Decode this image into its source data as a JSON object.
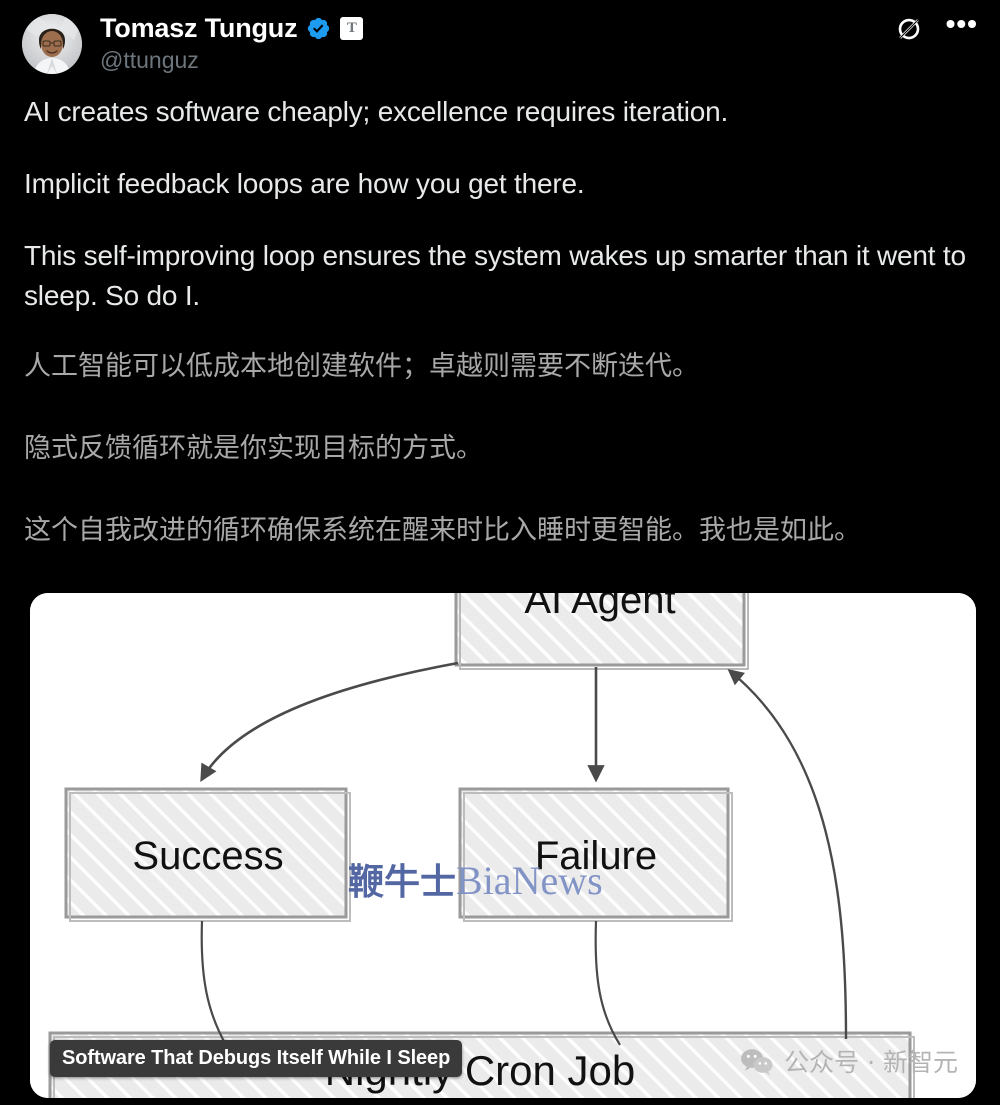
{
  "account": {
    "display_name": "Tomasz Tunguz",
    "handle": "@ttunguz",
    "verified_badge": "verified-check-icon",
    "affiliate_badge_letter": "T",
    "avatar": "profile-photo"
  },
  "header_actions": {
    "ad_free_icon": "no-ads-slash-circle-icon",
    "more_icon": "•••",
    "more_label": "More"
  },
  "post": {
    "paragraphs_en": [
      "AI creates software cheaply; excellence requires iteration.",
      "Implicit feedback loops are how you get there.",
      "This self-improving loop ensures the system wakes up smarter than it went to sleep. So do I."
    ],
    "paragraphs_zh": [
      "人工智能可以低成本地创建软件；卓越则需要不断迭代。",
      "隐式反馈循环就是你实现目标的方式。",
      "这个自我改进的循环确保系统在醒来时比入睡时更智能。我也是如此。"
    ]
  },
  "media": {
    "alt_tooltip": "Software That Debugs Itself While I Sleep",
    "diagram": {
      "type": "flowchart",
      "style": "hand-drawn hatched boxes",
      "nodes": [
        {
          "id": "ai-agent",
          "label": "AI Agent"
        },
        {
          "id": "success",
          "label": "Success"
        },
        {
          "id": "failure",
          "label": "Failure"
        },
        {
          "id": "cron",
          "label": "Nightly Cron Job"
        }
      ],
      "edges": [
        {
          "from": "ai-agent",
          "to": "success"
        },
        {
          "from": "ai-agent",
          "to": "failure"
        },
        {
          "from": "success",
          "to": "cron"
        },
        {
          "from": "failure",
          "to": "cron"
        },
        {
          "from": "cron",
          "to": "ai-agent"
        }
      ]
    }
  },
  "watermarks": {
    "bianews_cn": "鞭牛士",
    "bianews_en": "BiaNews",
    "wechat_icon": "wechat-icon",
    "wechat_text": "公众号 · 新智元"
  },
  "colors": {
    "background": "#000000",
    "text_primary": "#e7e9ea",
    "text_secondary": "#a8a8a8",
    "handle": "#6e767d",
    "verified_blue": "#1d9bf0",
    "card_white": "#ffffff",
    "tooltip_bg": "#3a3a3a",
    "diagram_stroke": "#555555",
    "bianews_blue": "#4a5f9e"
  }
}
